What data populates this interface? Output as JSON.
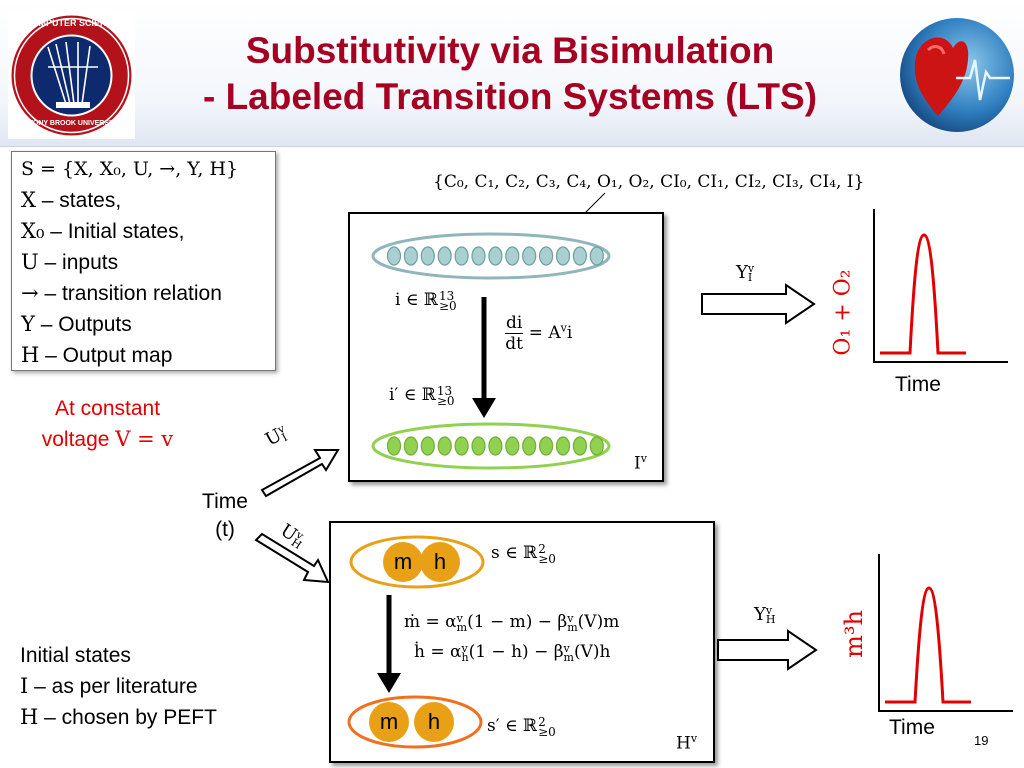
{
  "title": {
    "line1": "Substitutivity via Bisimulation",
    "line2": "- Labeled Transition Systems (LTS)"
  },
  "logos": {
    "left": {
      "text_top": "COMPUTER SCIENCE",
      "text_bottom": "STONY BROOK UNIVERSITY"
    },
    "right": {
      "icon": "heart-ecg-image"
    }
  },
  "definitions": {
    "line0": "S = {X, X₀, U, →, Y, H}",
    "line1_sym": "X",
    "line1_text": " – states,",
    "line2_sym": "X₀",
    "line2_text": " – Initial states,",
    "line3_sym": "U",
    "line3_text": " – inputs",
    "line4_sym": "→",
    "line4_text": " – transition relation",
    "line5_sym": "Y",
    "line5_text": " – Outputs",
    "line6_sym": "H",
    "line6_text": " – Output map"
  },
  "constant_voltage": {
    "line1": "At constant",
    "line2_text": "voltage ",
    "line2_math": "V = v"
  },
  "state_set": "{C₀, C₁, C₂, C₃, C₄, O₁, O₂, CI₀, CI₁, CI₂, CI₃, CI₄, I}",
  "i_panel": {
    "domain": "i ∈ ℝ",
    "domain_sup": "13",
    "domain_sub": "≥0",
    "prime_domain": "i′ ∈ ℝ",
    "prime_sup": "13",
    "prime_sub": "≥0",
    "ode_num": "di",
    "ode_den": "dt",
    "ode_rhs": "= A",
    "ode_sup": "v",
    "ode_tail": "i",
    "label": "I",
    "label_sup": "v",
    "top_oval_count": 13,
    "bottom_oval_count": 13
  },
  "h_panel": {
    "domain": "s ∈ ℝ",
    "domain_sup": "2",
    "domain_sub": "≥0",
    "prime_domain": "s′ ∈ ℝ",
    "prime_sup": "2",
    "prime_sub": "≥0",
    "m": "m",
    "h": "h",
    "eq1": "ṁ =  α",
    "eq1_sup": "v",
    "eq1_sub": "m",
    "eq1_mid": "(1 − m) −  β",
    "eq1_sup2": "v",
    "eq1_sub2": "m",
    "eq1_tail": "(V)m",
    "eq2": "ḣ = α",
    "eq2_sup": "v",
    "eq2_sub": "h",
    "eq2_mid": "(1 − h)    − β",
    "eq2_sup2": "v",
    "eq2_sub2": "m",
    "eq2_tail": "(V)h",
    "label": "H",
    "label_sup": "v"
  },
  "arrows": {
    "ui": {
      "base": "U",
      "sup": "v",
      "sub": "I"
    },
    "uh": {
      "base": "U",
      "sup": "v",
      "sub": "H"
    },
    "yi": {
      "base": "Y",
      "sup": "v",
      "sub": "I"
    },
    "yh": {
      "base": "Y",
      "sup": "v",
      "sub": "H"
    }
  },
  "time_input": {
    "line1": "Time",
    "line2": "(t)"
  },
  "plots": {
    "top": {
      "ylabel": "O₁ + O₂",
      "xlabel": "Time"
    },
    "bottom": {
      "ylabel": "m³h",
      "xlabel": "Time"
    }
  },
  "initial_states": {
    "line1": "Initial states",
    "line2_sym": "I",
    "line2_text": " – as per literature",
    "line3_sym": "H",
    "line3_text": " – chosen by PEFT"
  },
  "page_number": "19",
  "colors": {
    "title": "#a50021",
    "red": "#e00000",
    "teal_oval": "#8fb6b9",
    "green_oval": "#92d050",
    "orange": "#e8a117"
  }
}
